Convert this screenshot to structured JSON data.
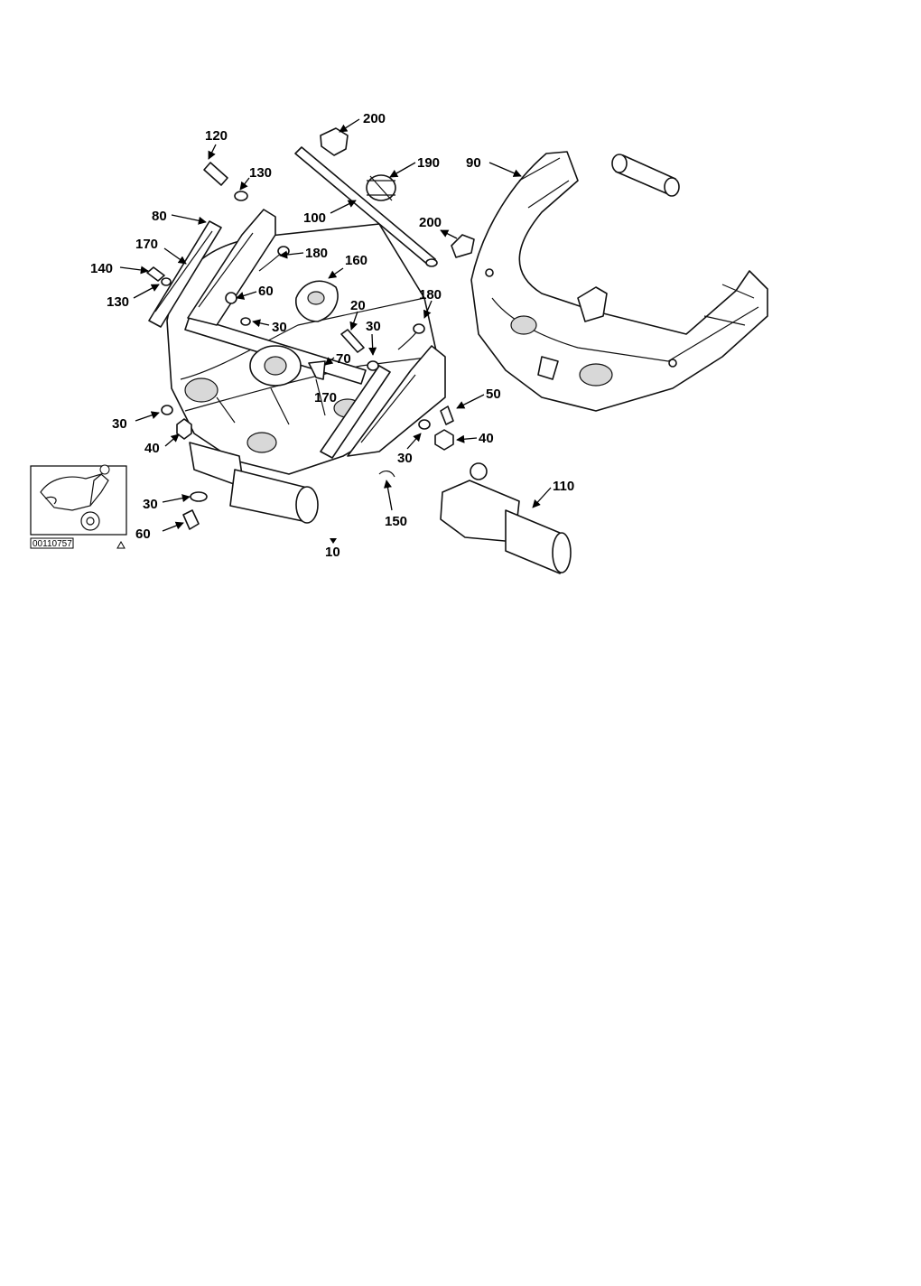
{
  "callouts": [
    {
      "id": "c120",
      "label": "120"
    },
    {
      "id": "c130a",
      "label": "130"
    },
    {
      "id": "c80",
      "label": "80"
    },
    {
      "id": "c170a",
      "label": "170"
    },
    {
      "id": "c140",
      "label": "140"
    },
    {
      "id": "c130b",
      "label": "130"
    },
    {
      "id": "c200a",
      "label": "200"
    },
    {
      "id": "c190",
      "label": "190"
    },
    {
      "id": "c100",
      "label": "100"
    },
    {
      "id": "c90",
      "label": "90"
    },
    {
      "id": "c200b",
      "label": "200"
    },
    {
      "id": "c180a",
      "label": "180"
    },
    {
      "id": "c160",
      "label": "160"
    },
    {
      "id": "c60a",
      "label": "60"
    },
    {
      "id": "c30a",
      "label": "30"
    },
    {
      "id": "c20",
      "label": "20"
    },
    {
      "id": "c30b",
      "label": "30"
    },
    {
      "id": "c180b",
      "label": "180"
    },
    {
      "id": "c70",
      "label": "70"
    },
    {
      "id": "c170b",
      "label": "170"
    },
    {
      "id": "c50",
      "label": "50"
    },
    {
      "id": "c30c",
      "label": "30"
    },
    {
      "id": "c40a",
      "label": "40"
    },
    {
      "id": "c40b",
      "label": "40"
    },
    {
      "id": "c30d",
      "label": "30"
    },
    {
      "id": "c110",
      "label": "110"
    },
    {
      "id": "c30e",
      "label": "30"
    },
    {
      "id": "c150",
      "label": "150"
    },
    {
      "id": "c60b",
      "label": "60"
    },
    {
      "id": "c10",
      "label": "10"
    }
  ],
  "reference_code": "00110757"
}
